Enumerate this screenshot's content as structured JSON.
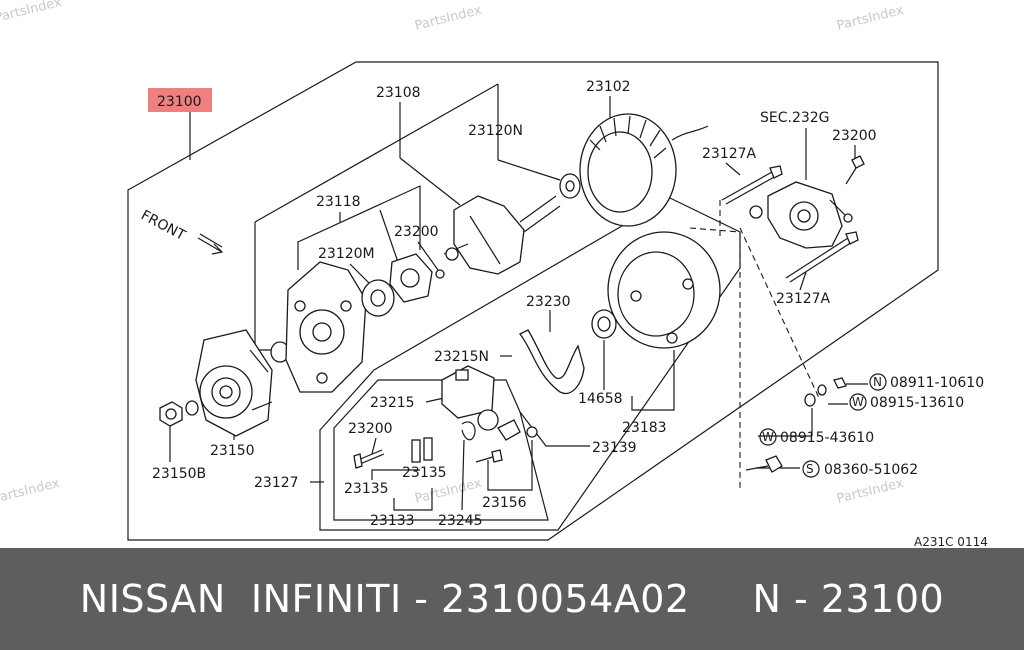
{
  "watermark": "PartsIndex",
  "diagram": {
    "highlight_color": "#f08080",
    "front_label": "FRONT",
    "code": "A231C 0114",
    "labels": {
      "p23100": "23100",
      "p23108": "23108",
      "p23102": "23102",
      "p23120N": "23120N",
      "sec232G": "SEC.232G",
      "p23200a": "23200",
      "p23127Aa": "23127A",
      "p23118": "23118",
      "p23200b": "23200",
      "p23120M": "23120M",
      "p23127Ab": "23127A",
      "p23230": "23230",
      "p23215N": "23215N",
      "p14658": "14658",
      "p23215": "23215",
      "p23183": "23183",
      "p23200c": "23200",
      "p23139": "23139",
      "p23150": "23150",
      "p23135a": "23135",
      "p23150B": "23150B",
      "p23127": "23127",
      "p23135b": "23135",
      "p23156": "23156",
      "p23133": "23133",
      "p23245": "23245",
      "n08911": "08911-10610",
      "w08915a": "08915-13610",
      "w08915b": "08915-43610",
      "s08360": "08360-51062",
      "sym_n": "N",
      "sym_w": "W",
      "sym_s": "S"
    }
  },
  "footer": {
    "text": "NISSAN  INFINITI - 2310054A02     N - 23100",
    "bg_color": "#5e5e5e"
  }
}
